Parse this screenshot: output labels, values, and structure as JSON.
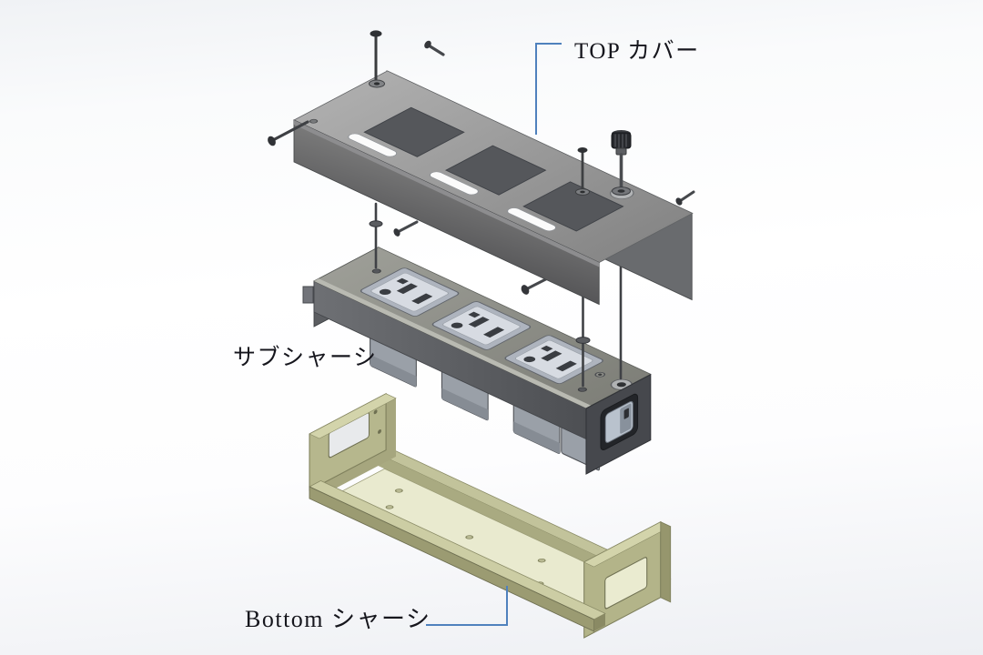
{
  "diagram": {
    "type": "exploded-assembly-view",
    "labels": {
      "top_cover": "TOP カバー",
      "sub_chassis": "サブシャーシ",
      "bottom_chassis": "Bottom シャーシ"
    },
    "visible_counts": {
      "cover_openings": 3,
      "outlets": 3,
      "power_switch": 1
    },
    "colors": {
      "leader_line": "#4f81bd",
      "label_text": "#16161d",
      "cover_gray": "#9d9d9d",
      "cover_flange_gray": "#636568",
      "sub_chassis_gray": "#90918a",
      "outlet_face": "#d7dbe2",
      "bottom_chassis_khaki": "#b6b78d",
      "bottom_floor": "#e9eacf",
      "hardware_dark": "#3a3c3e",
      "background_tint": "#eff1f4"
    }
  }
}
